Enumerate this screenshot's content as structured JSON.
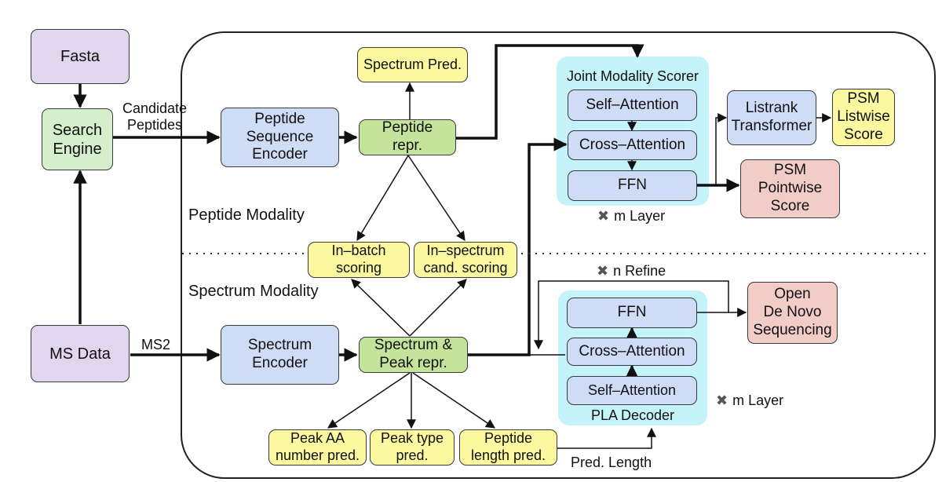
{
  "inputs": {
    "fasta": "Fasta",
    "search_engine": "Search\nEngine",
    "ms_data": "MS Data"
  },
  "edge_labels": {
    "candidate_peptides": "Candidate\nPeptides",
    "ms2": "MS2",
    "pred_length": "Pred. Length"
  },
  "sections": {
    "peptide_modality": "Peptide Modality",
    "spectrum_modality": "Spectrum Modality"
  },
  "peptide": {
    "encoder": "Peptide\nSequence\nEncoder",
    "repr": "Peptide\nrepr.",
    "spectrum_pred": "Spectrum Pred."
  },
  "spectrum": {
    "encoder": "Spectrum\nEncoder",
    "repr": "Spectrum &\nPeak repr."
  },
  "scoring": {
    "in_batch": "In–batch\nscoring",
    "in_spectrum": "In–spectrum\ncand. scoring"
  },
  "heads": {
    "peak_aa": "Peak AA\nnumber pred.",
    "peak_type": "Peak type\npred.",
    "peptide_length": "Peptide\nlength pred."
  },
  "joint_scorer": {
    "title": "Joint Modality Scorer",
    "self_attention": "Self–Attention",
    "cross_attention": "Cross–Attention",
    "ffn": "FFN",
    "layers_mark": "✖",
    "layers": "m Layer"
  },
  "listrank": {
    "transformer": "Listrank\nTransformer",
    "listwise": "PSM\nListwise\nScore",
    "pointwise": "PSM\nPointwise\nScore"
  },
  "decoder": {
    "title": "PLA Decoder",
    "ffn": "FFN",
    "cross_attention": "Cross–Attention",
    "self_attention": "Self–Attention",
    "layers_mark": "✖",
    "layers": "m Layer",
    "refine_mark": "✖",
    "refine": "n Refine",
    "output": "Open\nDe Novo\nSequencing"
  }
}
